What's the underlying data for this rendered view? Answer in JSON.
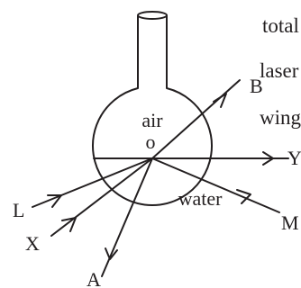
{
  "side_text": {
    "line1": "total",
    "line2": "laser",
    "line3": "wing"
  },
  "flask": {
    "upper_region_label": "air",
    "center_label": "o",
    "lower_region_label": "water"
  },
  "rays": {
    "A": "A",
    "B": "B",
    "L": "L",
    "X": "X",
    "Y": "Y",
    "M": "M"
  }
}
